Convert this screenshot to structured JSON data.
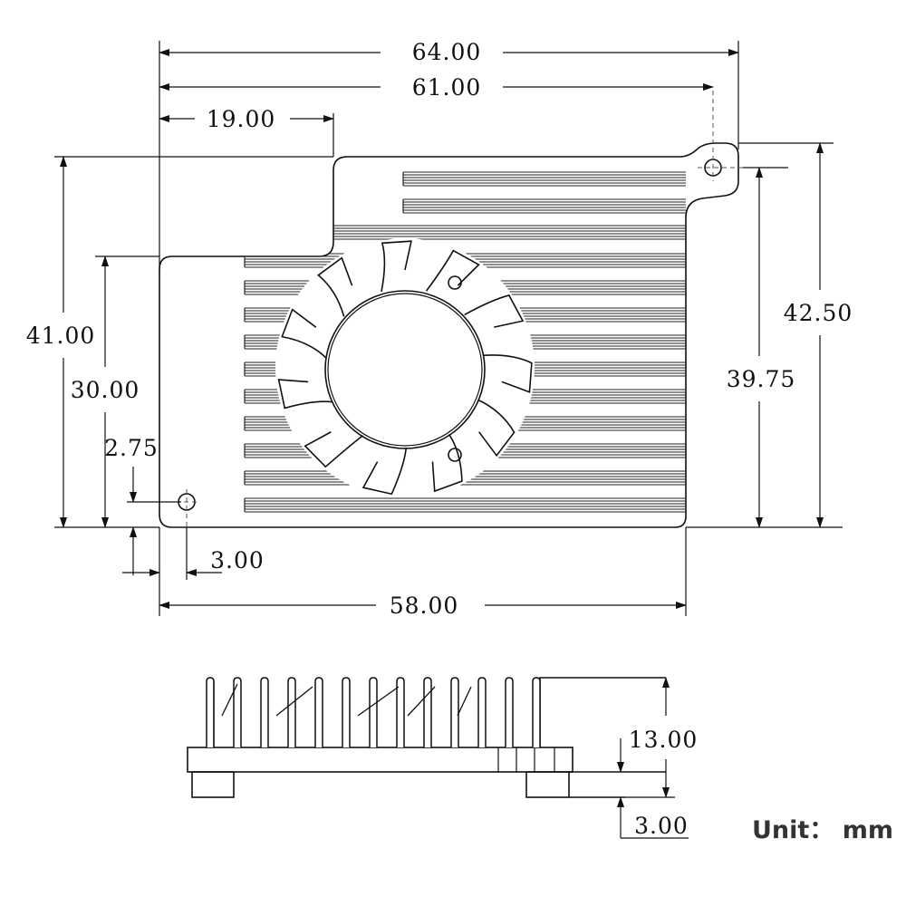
{
  "top_view": {
    "dimensions": {
      "overall_width": "64.00",
      "hole_span": "61.00",
      "notch_width": "19.00",
      "overall_height_left": "41.00",
      "lower_height": "30.00",
      "hole_offset_y": "2.75",
      "overall_height_right": "42.50",
      "hole_height_right": "39.75",
      "hole_offset_x": "3.00",
      "body_width": "58.00"
    }
  },
  "side_view": {
    "dimensions": {
      "total_height": "13.00",
      "foot_height": "3.00"
    }
  },
  "unit_label": "Unit： mm"
}
